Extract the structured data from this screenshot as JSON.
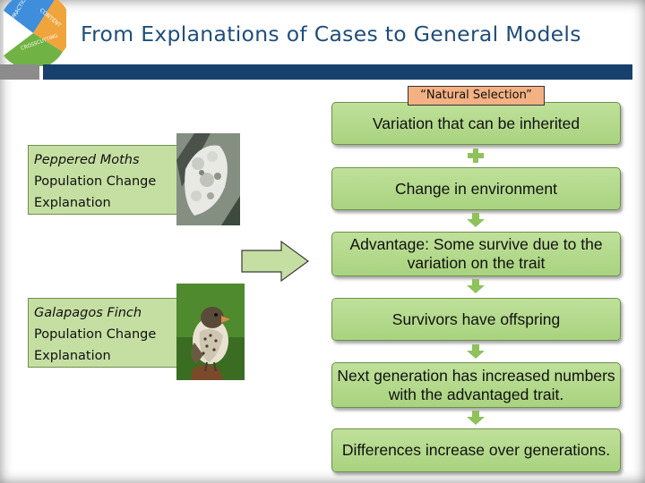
{
  "logo": {
    "labels": [
      "PRACTICES",
      "CONTENT",
      "CROSSCUTTING"
    ]
  },
  "title": "From Explanations of Cases to General Models",
  "cases": [
    {
      "lines": [
        "Peppered Moths",
        "Population Change",
        "Explanation"
      ]
    },
    {
      "lines": [
        "Galapagos Finch",
        "Population Change",
        "Explanation"
      ]
    }
  ],
  "model": {
    "label": "“Natural Selection”",
    "steps": [
      "Variation that can be inherited",
      "Change in environment",
      "Advantage: Some survive due to the variation on the trait",
      "Survivors have offspring",
      "Next generation has increased numbers with the advantaged trait.",
      "Differences increase over generations."
    ]
  },
  "colors": {
    "title": "#1f4e79",
    "band": "#17406d",
    "box": "#c5dfa2",
    "label": "#f4b183"
  }
}
